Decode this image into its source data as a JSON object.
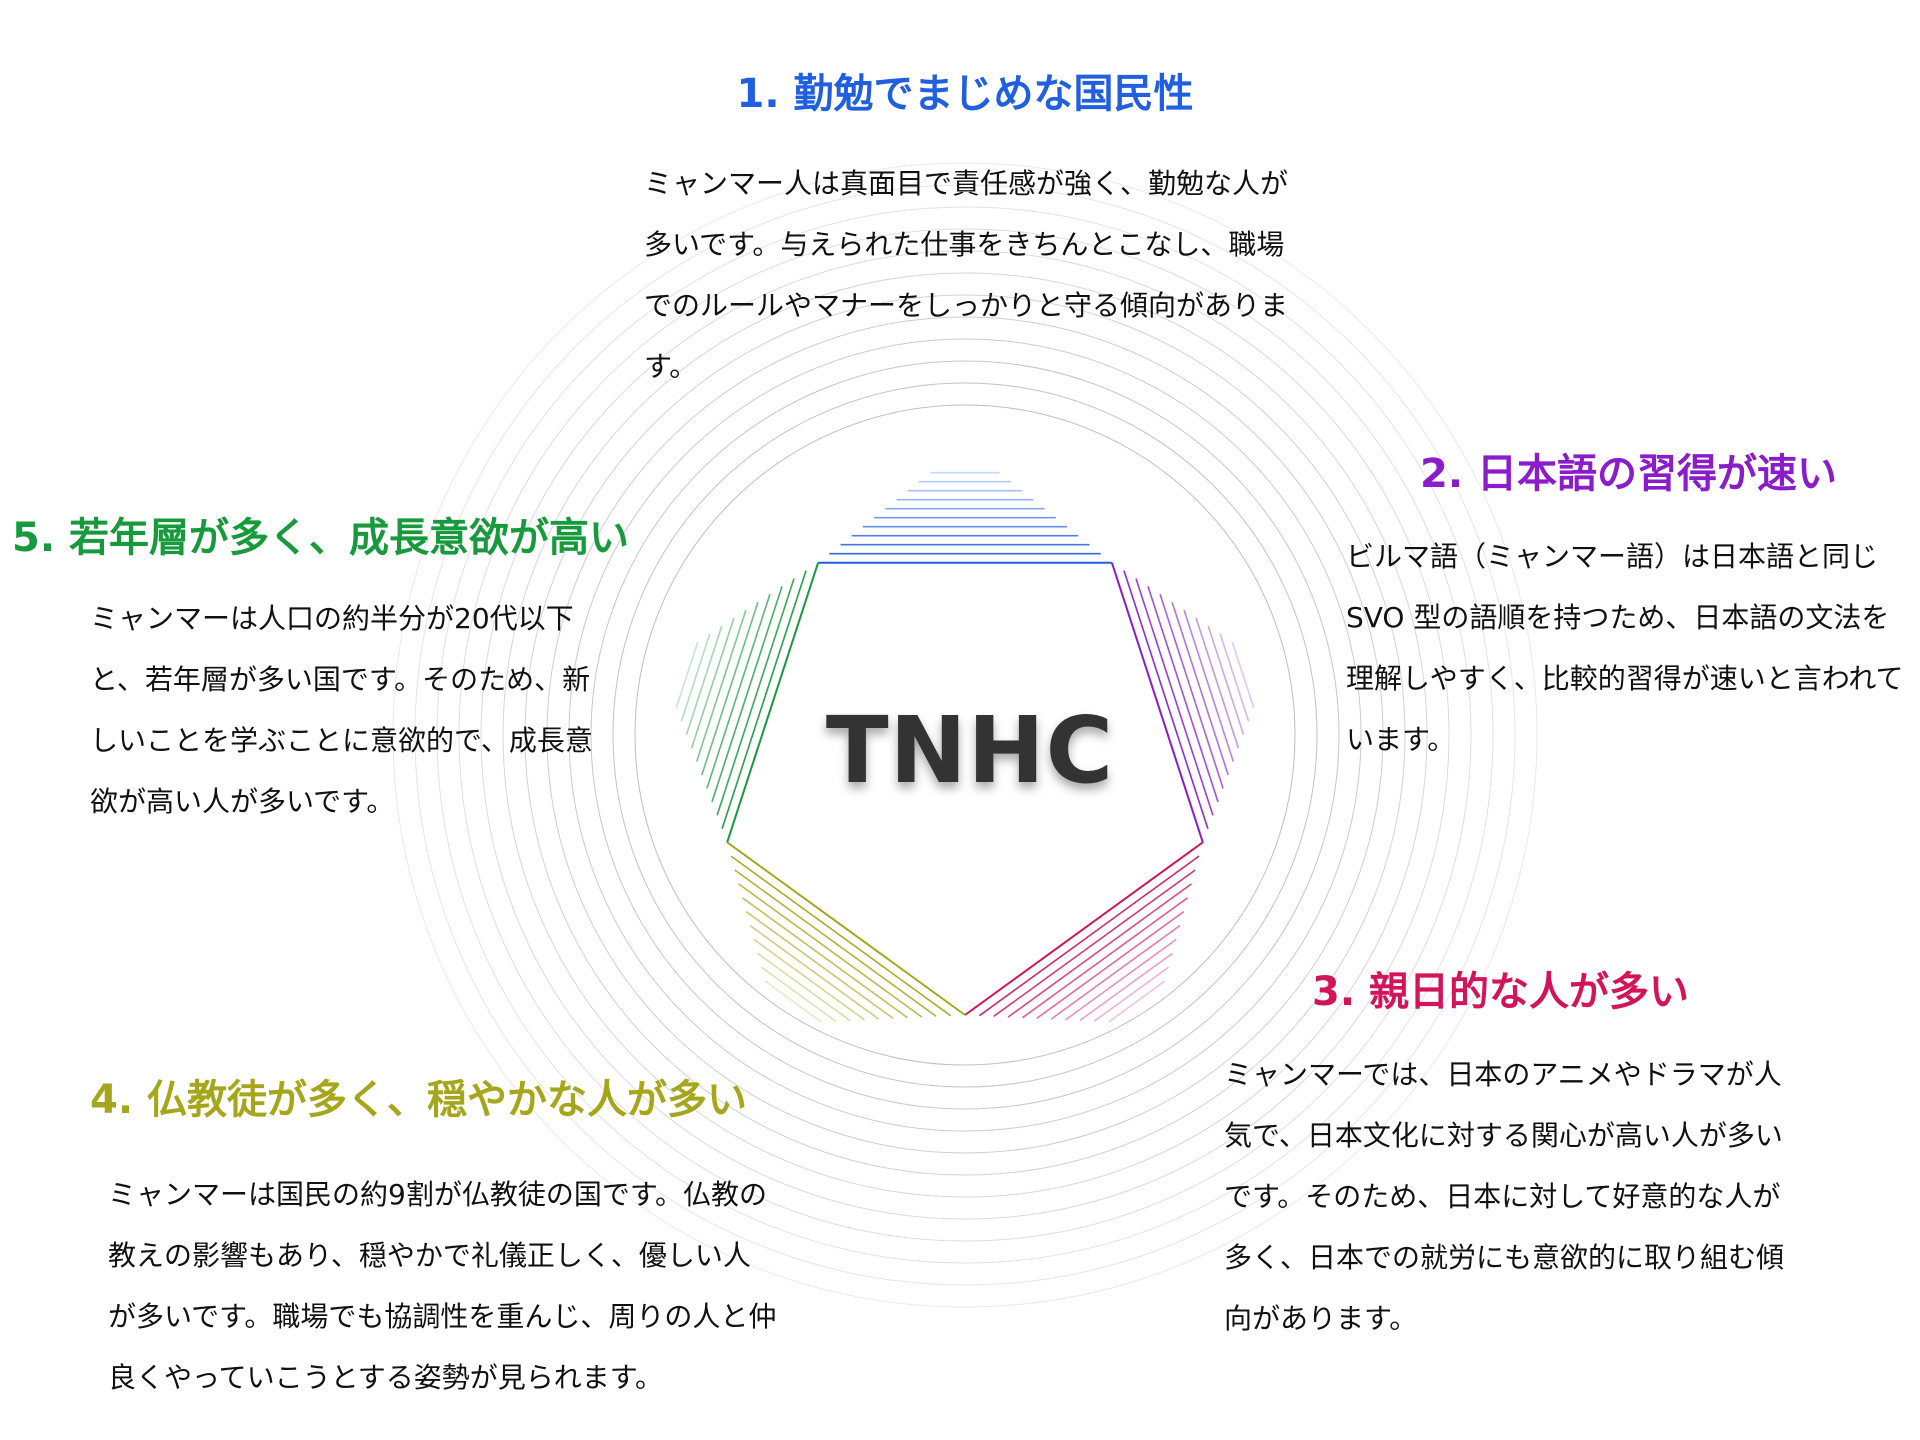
{
  "center_label": "TNHC",
  "colors": {
    "item1": "#1f5fe0",
    "item2": "#8a1ccc",
    "item3": "#d4145a",
    "item4": "#a6a61a",
    "item5": "#179a3c",
    "ring": "#bfbfbf",
    "center_text": "#333333"
  },
  "items": [
    {
      "heading": "1. 勤勉でまじめな国民性",
      "body": "ミャンマー人は真面目で責任感が強く、勤勉な人が多いです。与えられた仕事をきちんとこなし、職場でのルールやマナーをしっかりと守る傾向があります。"
    },
    {
      "heading": "2. 日本語の習得が速い",
      "body": "ビルマ語（ミャンマー語）は日本語と同じSVO 型の語順を持つため、日本語の文法を理解しやすく、比較的習得が速いと言われています。"
    },
    {
      "heading": "3. 親日的な人が多い",
      "body": "ミャンマーでは、日本のアニメやドラマが人気で、日本文化に対する関心が高い人が多いです。そのため、日本に対して好意的な人が多く、日本での就労にも意欲的に取り組む傾向があります。"
    },
    {
      "heading": "4. 仏教徒が多く、穏やかな人が多い",
      "body": "ミャンマーは国民の約9割が仏教徒の国です。仏教の教えの影響もあり、穏やかで礼儀正しく、優しい人が多いです。職場でも協調性を重んじ、周りの人と仲良くやっていこうとする姿勢が見られます。"
    },
    {
      "heading": "5. 若年層が多く、成長意欲が高い",
      "body": "ミャンマーは人口の約半分が20代以下と、若年層が多い国です。そのため、新しいことを学ぶことに意欲的で、成長意欲が高い人が多いです。"
    }
  ]
}
